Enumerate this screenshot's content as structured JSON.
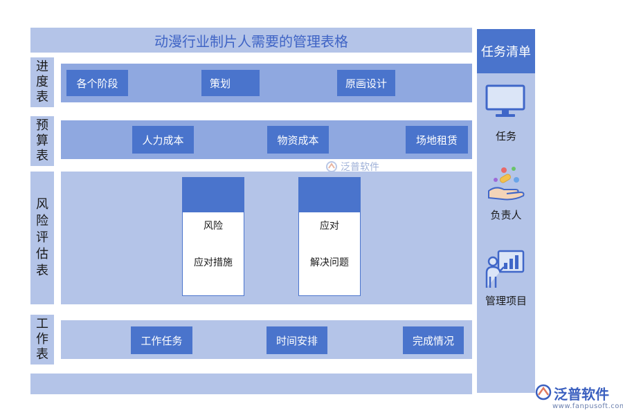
{
  "title": "动漫行业制片人需要的管理表格",
  "progress": {
    "label_chars": [
      "进",
      "度",
      "表"
    ],
    "buttons": [
      "各个阶段",
      "策划",
      "原画设计"
    ]
  },
  "budget": {
    "label_chars": [
      "预",
      "算",
      "表"
    ],
    "buttons": [
      "人力成本",
      "物资成本",
      "场地租赁"
    ]
  },
  "risk": {
    "label_chars": [
      "风",
      "险",
      "评",
      "估",
      "表"
    ],
    "cards": [
      {
        "line1": "风险",
        "line2": "应对措施"
      },
      {
        "line1": "应对",
        "line2": "解决问题"
      }
    ]
  },
  "work": {
    "label_chars": [
      "工",
      "作",
      "表"
    ],
    "buttons": [
      "工作任务",
      "时间安排",
      "完成情况"
    ]
  },
  "task_list": {
    "header": "任务清单",
    "items": [
      {
        "label": "任务",
        "icon": "monitor-icon"
      },
      {
        "label": "负责人",
        "icon": "hand-pills-icon"
      },
      {
        "label": "管理项目",
        "icon": "presenter-chart-icon"
      }
    ]
  },
  "watermark": "泛普软件",
  "logo": {
    "name": "泛普软件",
    "url": "www.fanpusoft.com"
  },
  "colors": {
    "accent": "#4a74cc",
    "band": "#8fa8e0",
    "light": "#b4c4e8",
    "title": "#3f64c5"
  }
}
